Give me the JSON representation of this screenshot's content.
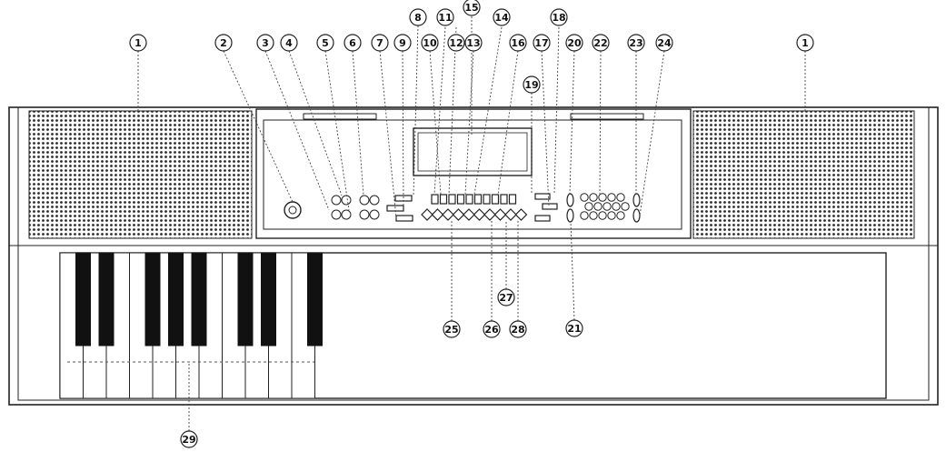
{
  "callouts": [
    {
      "id": "c1a",
      "label": "1"
    },
    {
      "id": "c1b",
      "label": "1"
    },
    {
      "id": "c2",
      "label": "2"
    },
    {
      "id": "c3",
      "label": "3"
    },
    {
      "id": "c4",
      "label": "4"
    },
    {
      "id": "c5",
      "label": "5"
    },
    {
      "id": "c6",
      "label": "6"
    },
    {
      "id": "c7",
      "label": "7"
    },
    {
      "id": "c8",
      "label": "8"
    },
    {
      "id": "c9",
      "label": "9"
    },
    {
      "id": "c10",
      "label": "10"
    },
    {
      "id": "c11",
      "label": "11"
    },
    {
      "id": "c12",
      "label": "12"
    },
    {
      "id": "c13",
      "label": "13"
    },
    {
      "id": "c14",
      "label": "14"
    },
    {
      "id": "c15",
      "label": "15"
    },
    {
      "id": "c16",
      "label": "16"
    },
    {
      "id": "c17",
      "label": "17"
    },
    {
      "id": "c18",
      "label": "18"
    },
    {
      "id": "c19",
      "label": "19"
    },
    {
      "id": "c20",
      "label": "20"
    },
    {
      "id": "c21",
      "label": "21"
    },
    {
      "id": "c22",
      "label": "22"
    },
    {
      "id": "c23",
      "label": "23"
    },
    {
      "id": "c24",
      "label": "24"
    },
    {
      "id": "c25",
      "label": "25"
    },
    {
      "id": "c26",
      "label": "26"
    },
    {
      "id": "c27",
      "label": "27"
    },
    {
      "id": "c28",
      "label": "28"
    },
    {
      "id": "c29",
      "label": "29"
    }
  ]
}
